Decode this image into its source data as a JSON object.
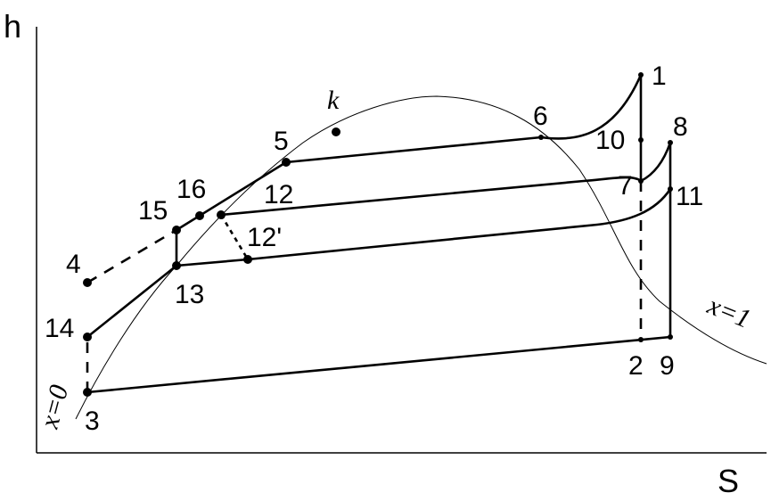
{
  "axes": {
    "y_label": "h",
    "x_label": "S"
  },
  "curve_labels": {
    "critical_point": "k",
    "saturated_liquid": "x=0",
    "saturated_vapor": "x=1"
  },
  "points": {
    "p1": "1",
    "p2": "2",
    "p3": "3",
    "p4": "4",
    "p5": "5",
    "p6": "6",
    "p7": "7",
    "p8": "8",
    "p9": "9",
    "p10": "10",
    "p11": "11",
    "p12": "12",
    "p12p": "12'",
    "p13": "13",
    "p14": "14",
    "p15": "15",
    "p16": "16"
  }
}
